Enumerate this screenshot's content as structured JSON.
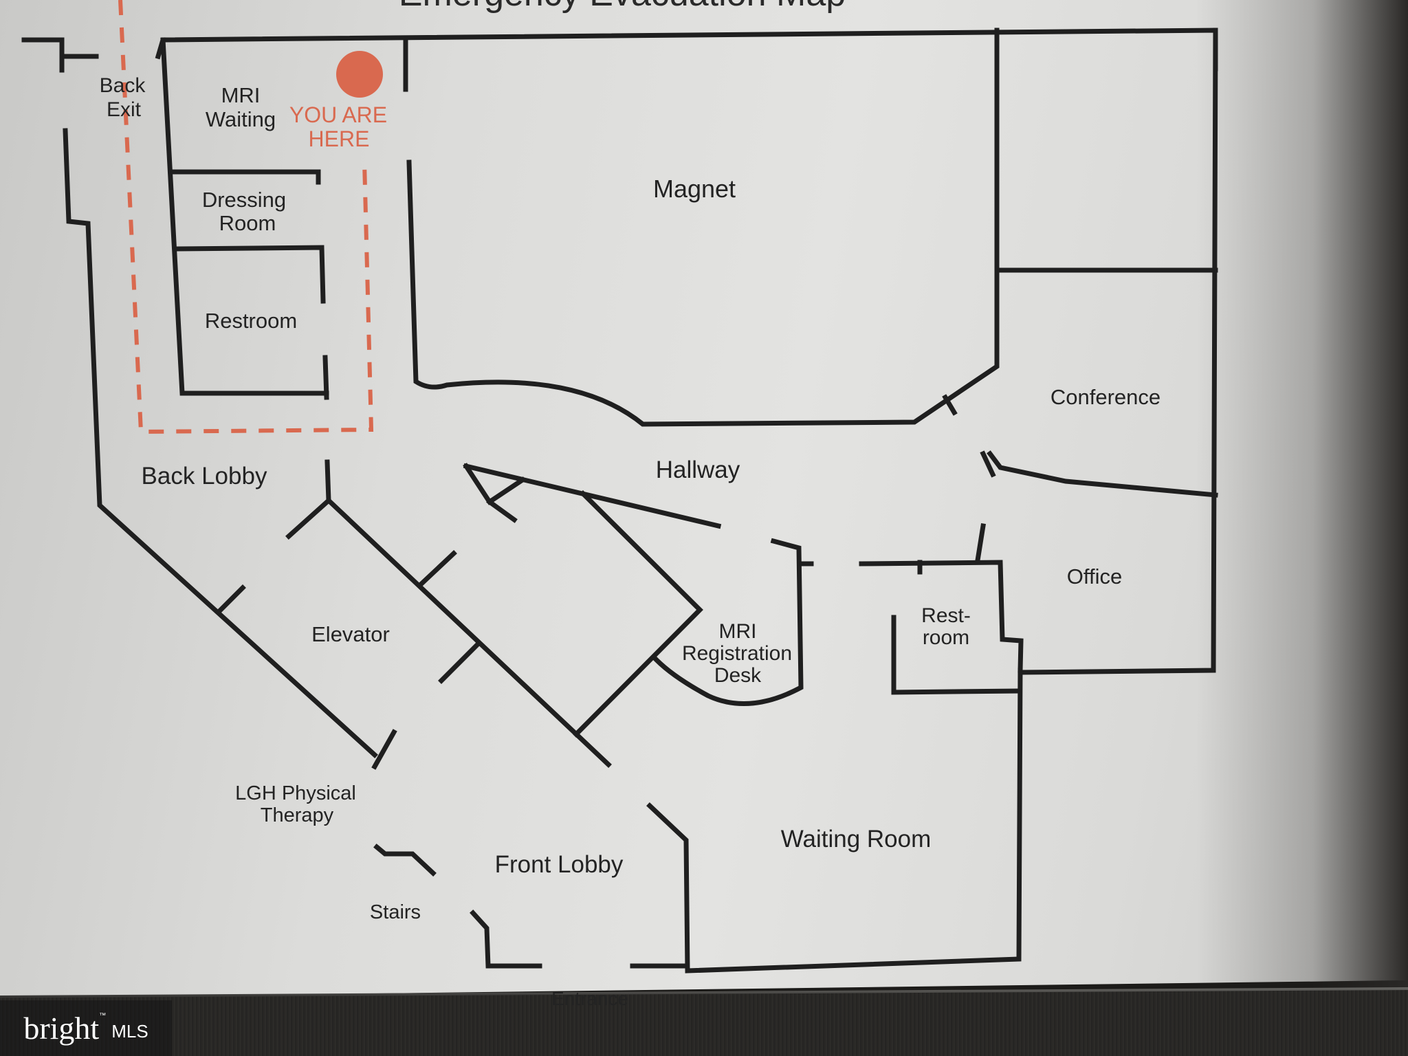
{
  "map": {
    "title": "Emergency Evacuation Map",
    "you_are_here": [
      "YOU ARE",
      "HERE"
    ],
    "you_are_here_color": "#d9694f",
    "rooms": {
      "back_exit": [
        "Back",
        "Exit"
      ],
      "mri_waiting": [
        "MRI",
        "Waiting"
      ],
      "dressing_room": [
        "Dressing",
        "Room"
      ],
      "restroom": "Restroom",
      "magnet": "Magnet",
      "conference": "Conference",
      "back_lobby": "Back Lobby",
      "hallway": "Hallway",
      "elevator": "Elevator",
      "mri_registration_desk": [
        "MRI",
        "Registration",
        "Desk"
      ],
      "restroom_small": [
        "Rest-",
        "room"
      ],
      "office": "Office",
      "lgh_physical_therapy": [
        "LGH Physical",
        "Therapy"
      ],
      "front_lobby": "Front Lobby",
      "stairs": "Stairs",
      "waiting_room": "Waiting Room",
      "entrance": "Entrance"
    }
  },
  "watermark": {
    "brand": "bright",
    "trademark": "™",
    "suffix": "MLS"
  }
}
